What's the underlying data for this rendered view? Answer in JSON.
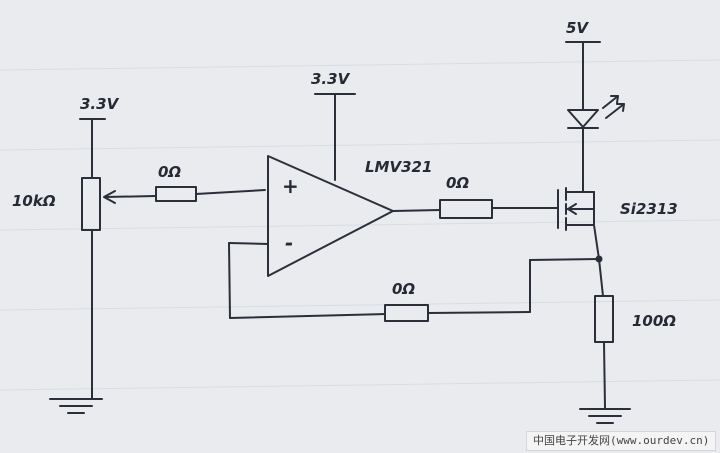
{
  "labels": {
    "pot_supply": "3.3V",
    "pot_value": "10kΩ",
    "r_in": "0Ω",
    "opamp_supply": "3.3V",
    "opamp_name": "LMV321",
    "plus": "+",
    "minus": "-",
    "r_gate": "0Ω",
    "led_supply": "5V",
    "mosfet_name": "Si2313",
    "r_fb": "0Ω",
    "r_sense": "100Ω"
  },
  "watermark": "中国电子开发网(www.ourdev.cn)"
}
